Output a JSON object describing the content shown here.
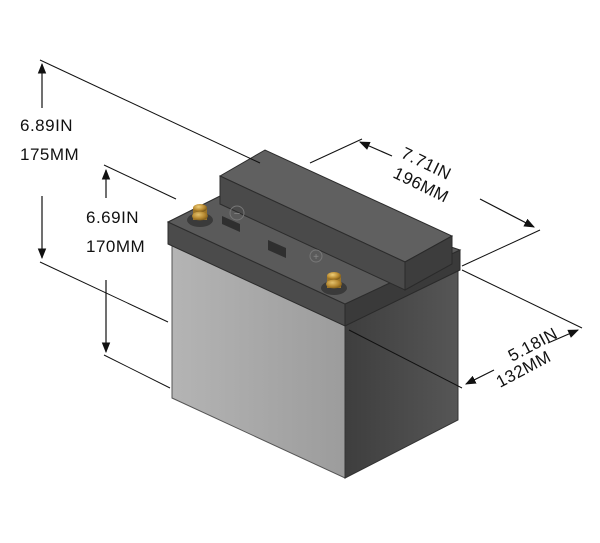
{
  "dimensions": {
    "total_height": {
      "imperial": "6.89IN",
      "metric": "175MM"
    },
    "case_height": {
      "imperial": "6.69IN",
      "metric": "170MM"
    },
    "length": {
      "imperial": "7.71IN",
      "metric": "196MM"
    },
    "width": {
      "imperial": "5.18IN",
      "metric": "132MM"
    }
  },
  "lid_marks": {
    "negative": "−",
    "positive": "+"
  },
  "colors": {
    "case_front": "#a9a9a9",
    "case_side": "#4a4a4a",
    "lid": "#505050",
    "terminal": "#b8892f",
    "dimension_line": "#111111"
  }
}
